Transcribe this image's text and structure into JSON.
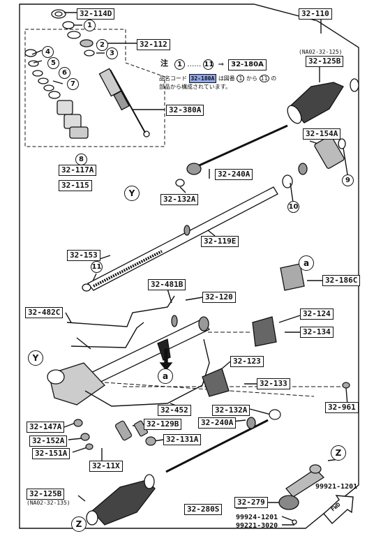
{
  "labels": {
    "l_114D": "32-114D",
    "l_110": "32-110",
    "l_112": "32-112",
    "l_125B_top": "32-125B",
    "l_125B_top_note": "(NA02-32-125)",
    "l_180A": "32-180A",
    "l_380A": "32-380A",
    "l_154A": "32-154A",
    "l_117A": "32-117A",
    "l_115": "32-115",
    "l_240A_top": "32-240A",
    "l_132A_top": "32-132A",
    "l_119E": "32-119E",
    "l_153": "32-153",
    "l_186C": "32-186C",
    "l_481B": "32-481B",
    "l_120": "32-120",
    "l_482C": "32-482C",
    "l_124": "32-124",
    "l_134": "32-134",
    "l_123": "32-123",
    "l_133": "32-133",
    "l_961": "32-961",
    "l_452": "32-452",
    "l_132A_bot": "32-132A",
    "l_240A_bot": "32-240A",
    "l_147A": "32-147A",
    "l_129B": "32-129B",
    "l_152A": "32-152A",
    "l_131A": "32-131A",
    "l_151A": "32-151A",
    "l_11X": "32-11X",
    "l_125B_bot": "32-125B",
    "l_125B_bot_note": "(NA02-32-135)",
    "l_280S": "32-280S",
    "l_279": "32-279",
    "t_99921": "99921-1201",
    "t_99924": "99924-1201",
    "t_99221": "99221-3020",
    "fwd": "FWD"
  },
  "circles": {
    "c1": "1",
    "c2": "2",
    "c3": "3",
    "c4": "4",
    "c5": "5",
    "c6": "6",
    "c7": "7",
    "c8": "8",
    "c9": "9",
    "c10": "10",
    "c11": "11",
    "cY1": "Y",
    "cY2": "Y",
    "ca1": "a",
    "ca2": "a",
    "cZ1": "Z",
    "cZ2": "Z"
  },
  "note": {
    "head": "注",
    "range_start": "1",
    "range_dots": "……",
    "range_end": "11",
    "arrow": "⇒",
    "target": "32-180A",
    "line_prefix": "品名コード",
    "line_code": "32-180A",
    "line_mid": "は図番",
    "line_from": "1",
    "line_to_word": "から",
    "line_to": "11",
    "line_suffix": "の",
    "line2": "部品から構成されています。"
  },
  "colors": {
    "highlight": "#8fa6e6",
    "ink": "#111111"
  }
}
